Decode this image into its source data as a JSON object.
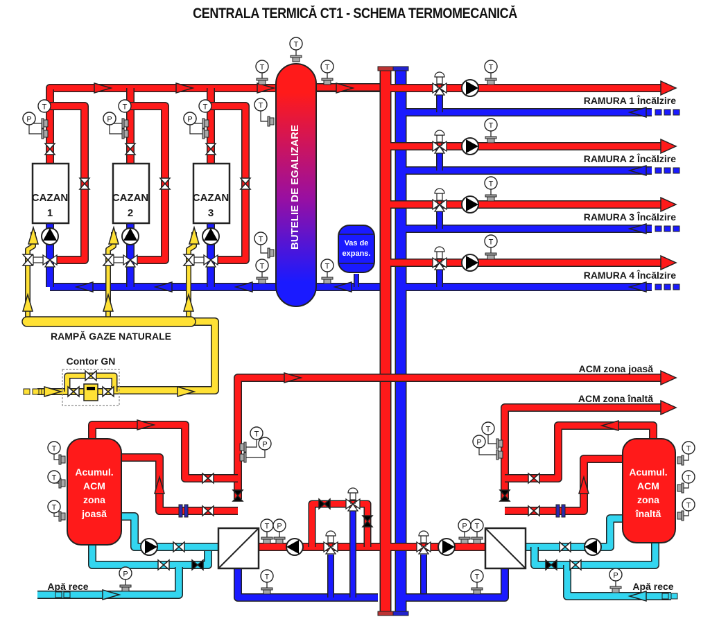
{
  "title": "CENTRALA TERMICĂ CT1 - SCHEMA TERMOMECANICĂ",
  "colors": {
    "supply": "#ff1a1a",
    "return": "#1a1aff",
    "gas": "#ffe135",
    "cold_water": "#33d6f0",
    "outline": "#222222",
    "sensor_fitting": "#a8a8a8"
  },
  "boilers": [
    {
      "label_line1": "CAZAN",
      "label_line2": "1"
    },
    {
      "label_line1": "CAZAN",
      "label_line2": "2"
    },
    {
      "label_line1": "CAZAN",
      "label_line2": "3"
    }
  ],
  "instruments": {
    "temperature": "T",
    "pressure": "P"
  },
  "equalizer_label": "BUTELIE DE EGALIZARE",
  "expansion_vessel": {
    "line1": "Vas de",
    "line2": "expans."
  },
  "branches": [
    {
      "label": "RAMURA 1 Încălzire"
    },
    {
      "label": "RAMURA 2 Încălzire"
    },
    {
      "label": "RAMURA 3 Încălzire"
    },
    {
      "label": "RAMURA 4 Încălzire"
    }
  ],
  "gas": {
    "ramp_label": "RAMPĂ GAZE NATURALE",
    "meter_label": "Contor GN"
  },
  "dhw_outputs": {
    "low": "ACM zona joasă",
    "high": "ACM zona înaltă"
  },
  "tanks": {
    "low": {
      "lines": [
        "Acumul.",
        "ACM",
        "zona",
        "joasă"
      ]
    },
    "high": {
      "lines": [
        "Acumul.",
        "ACM",
        "zona",
        "înaltă"
      ]
    }
  },
  "cold_water": {
    "left": "Apă rece",
    "right": "Apă rece"
  }
}
